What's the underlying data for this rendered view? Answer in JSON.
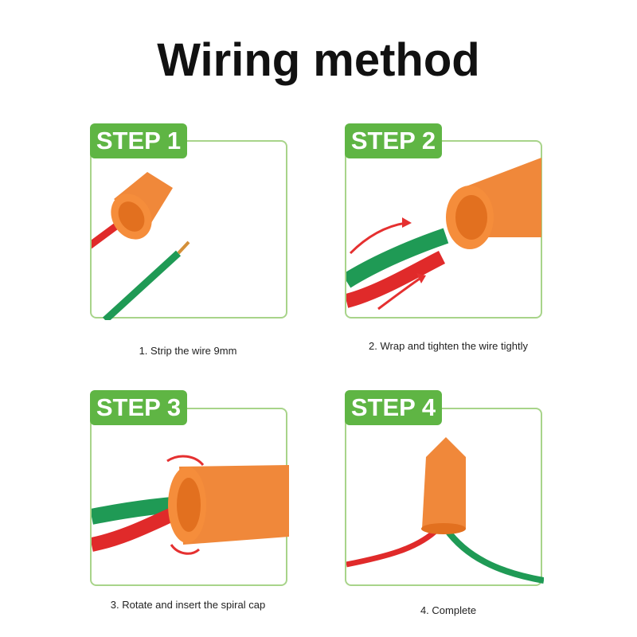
{
  "title": "Wiring method",
  "steps": [
    {
      "badge": "STEP 1",
      "caption": "1. Strip the wire 9mm"
    },
    {
      "badge": "STEP 2",
      "caption": "2. Wrap and tighten the wire tightly"
    },
    {
      "badge": "STEP 3",
      "caption": "3. Rotate and insert the spiral cap"
    },
    {
      "badge": "STEP 4",
      "caption": "4. Complete"
    }
  ],
  "colors": {
    "accent": "#5fb544",
    "border": "#a8d48a",
    "cap": "#f0883a",
    "red_wire": "#e02a2a",
    "green_wire": "#1f9a55"
  }
}
